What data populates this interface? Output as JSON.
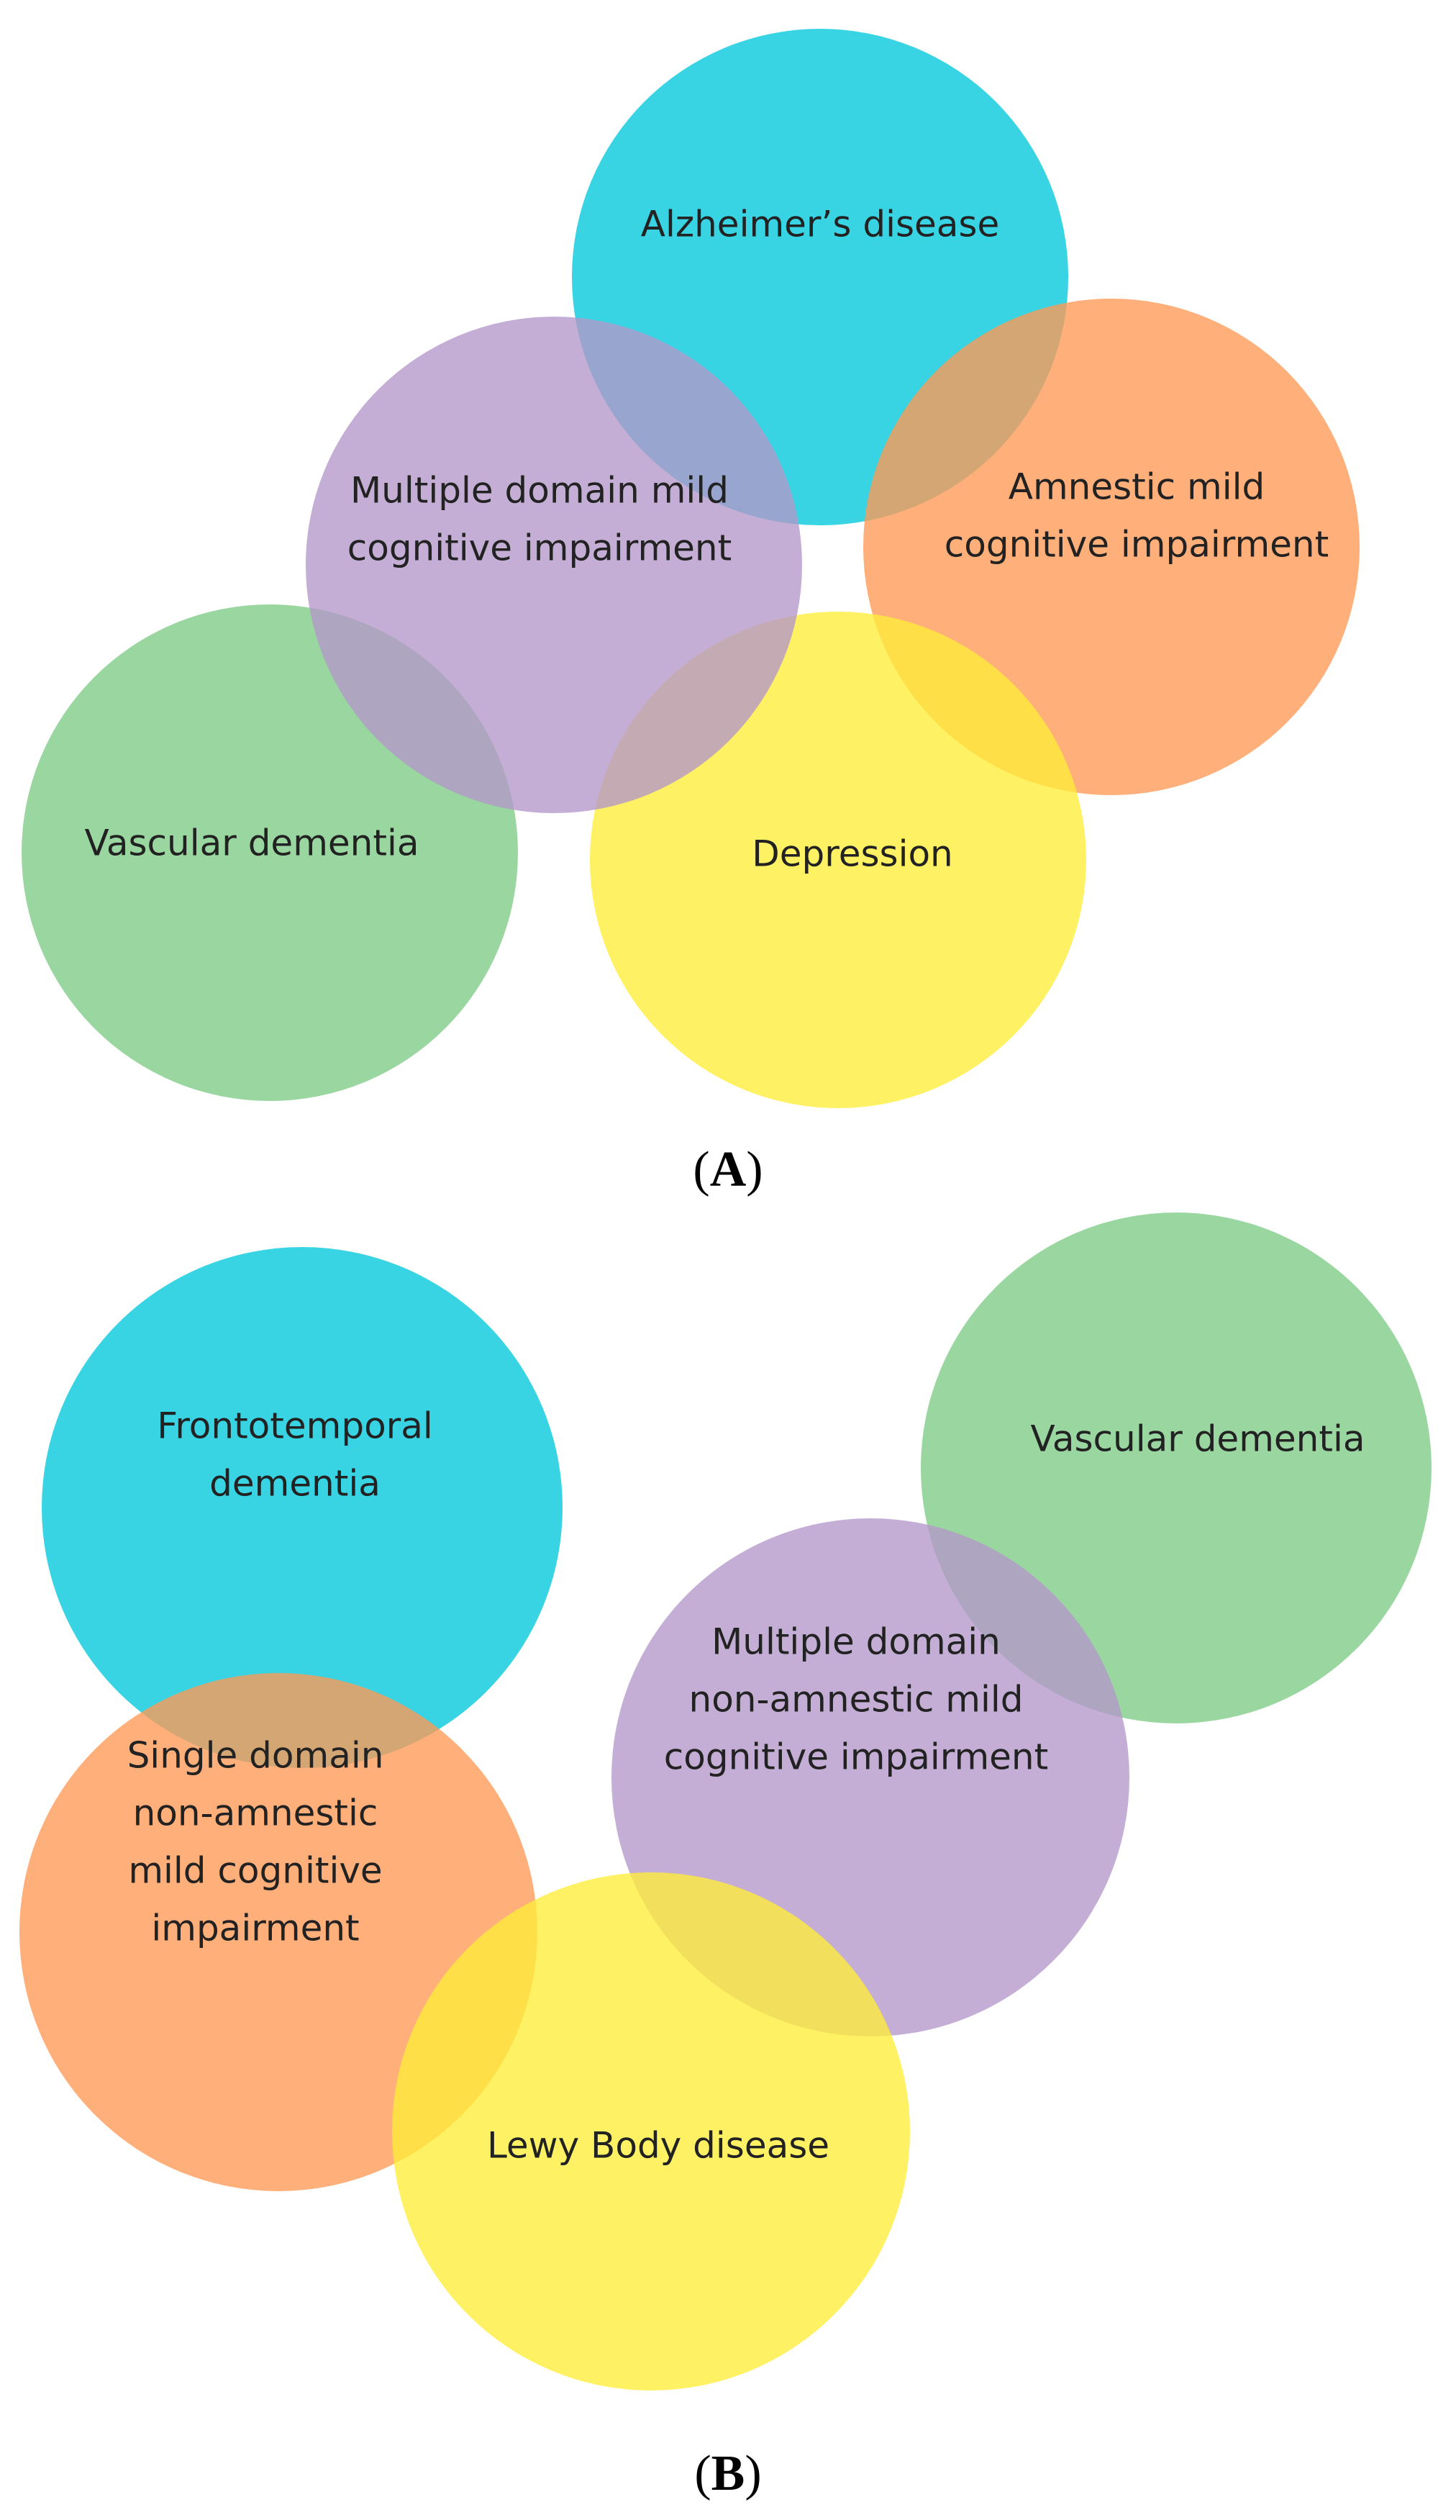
{
  "diagrams": [
    {
      "panel_label": {
        "open": "(",
        "letter": "A",
        "close": ")"
      },
      "circles": [
        {
          "id": "alzheimers",
          "lines": [
            "Alzheimer’s disease"
          ],
          "color": "#00c8dc"
        },
        {
          "id": "amnestic-mci",
          "lines": [
            "Amnestic mild",
            "cognitive impairment"
          ],
          "color": "#ff9855"
        },
        {
          "id": "vascular-dementia",
          "lines": [
            "Vascular dementia"
          ],
          "color": "#7dcb85"
        },
        {
          "id": "depression",
          "lines": [
            "Depression"
          ],
          "color": "#ffed38"
        },
        {
          "id": "multiple-domain-mci",
          "lines": [
            "Multiple domain mild",
            "cognitive impairment"
          ],
          "color": "#b397c9"
        }
      ]
    },
    {
      "panel_label": {
        "open": "(",
        "letter": "B",
        "close": ")"
      },
      "circles": [
        {
          "id": "frontotemporal-dementia",
          "lines": [
            "Frontotemporal",
            "dementia"
          ],
          "color": "#00c8dc"
        },
        {
          "id": "vascular-dementia",
          "lines": [
            "Vascular dementia"
          ],
          "color": "#7dcb85"
        },
        {
          "id": "single-domain-na-mci",
          "lines": [
            "Single domain",
            "non-amnestic",
            "mild cognitive",
            "impairment"
          ],
          "color": "#ff9855"
        },
        {
          "id": "multiple-domain-na-mci",
          "lines": [
            "Multiple domain",
            "non-amnestic mild",
            "cognitive impairment"
          ],
          "color": "#b397c9"
        },
        {
          "id": "lewy-body",
          "lines": [
            "Lewy Body disease"
          ],
          "color": "#ffed38"
        }
      ]
    }
  ]
}
